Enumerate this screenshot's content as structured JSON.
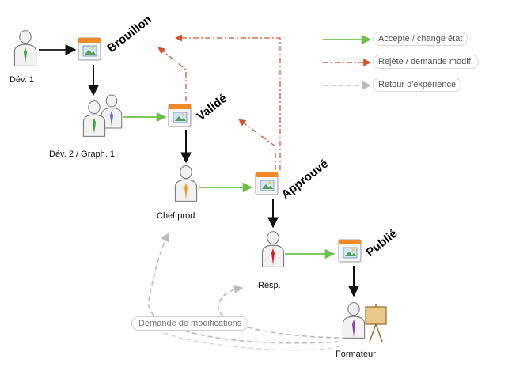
{
  "people": {
    "dev1": "Dév. 1",
    "dev2": "Dév. 2 / Graph. 1",
    "chef": "Chef prod",
    "resp": "Resp.",
    "formateur": "Formateur"
  },
  "states": {
    "brouillon": "Brouillon",
    "valide": "Validé",
    "approuve": "Approuvé",
    "publie": "Publié"
  },
  "legend": {
    "accept": "Accepte / change état",
    "reject": "Rejète / demande modif.",
    "feedback": "Retour d'expérience"
  },
  "note": "Demande de modifications",
  "colors": {
    "accept": "#6cc04a",
    "reject": "#d9542b",
    "feedback": "#bbbbbb",
    "flow": "#111111",
    "tie_green": "#3aa63a",
    "tie_orange": "#f0a020",
    "tie_red": "#cc2222",
    "tie_purple": "#8844aa"
  }
}
